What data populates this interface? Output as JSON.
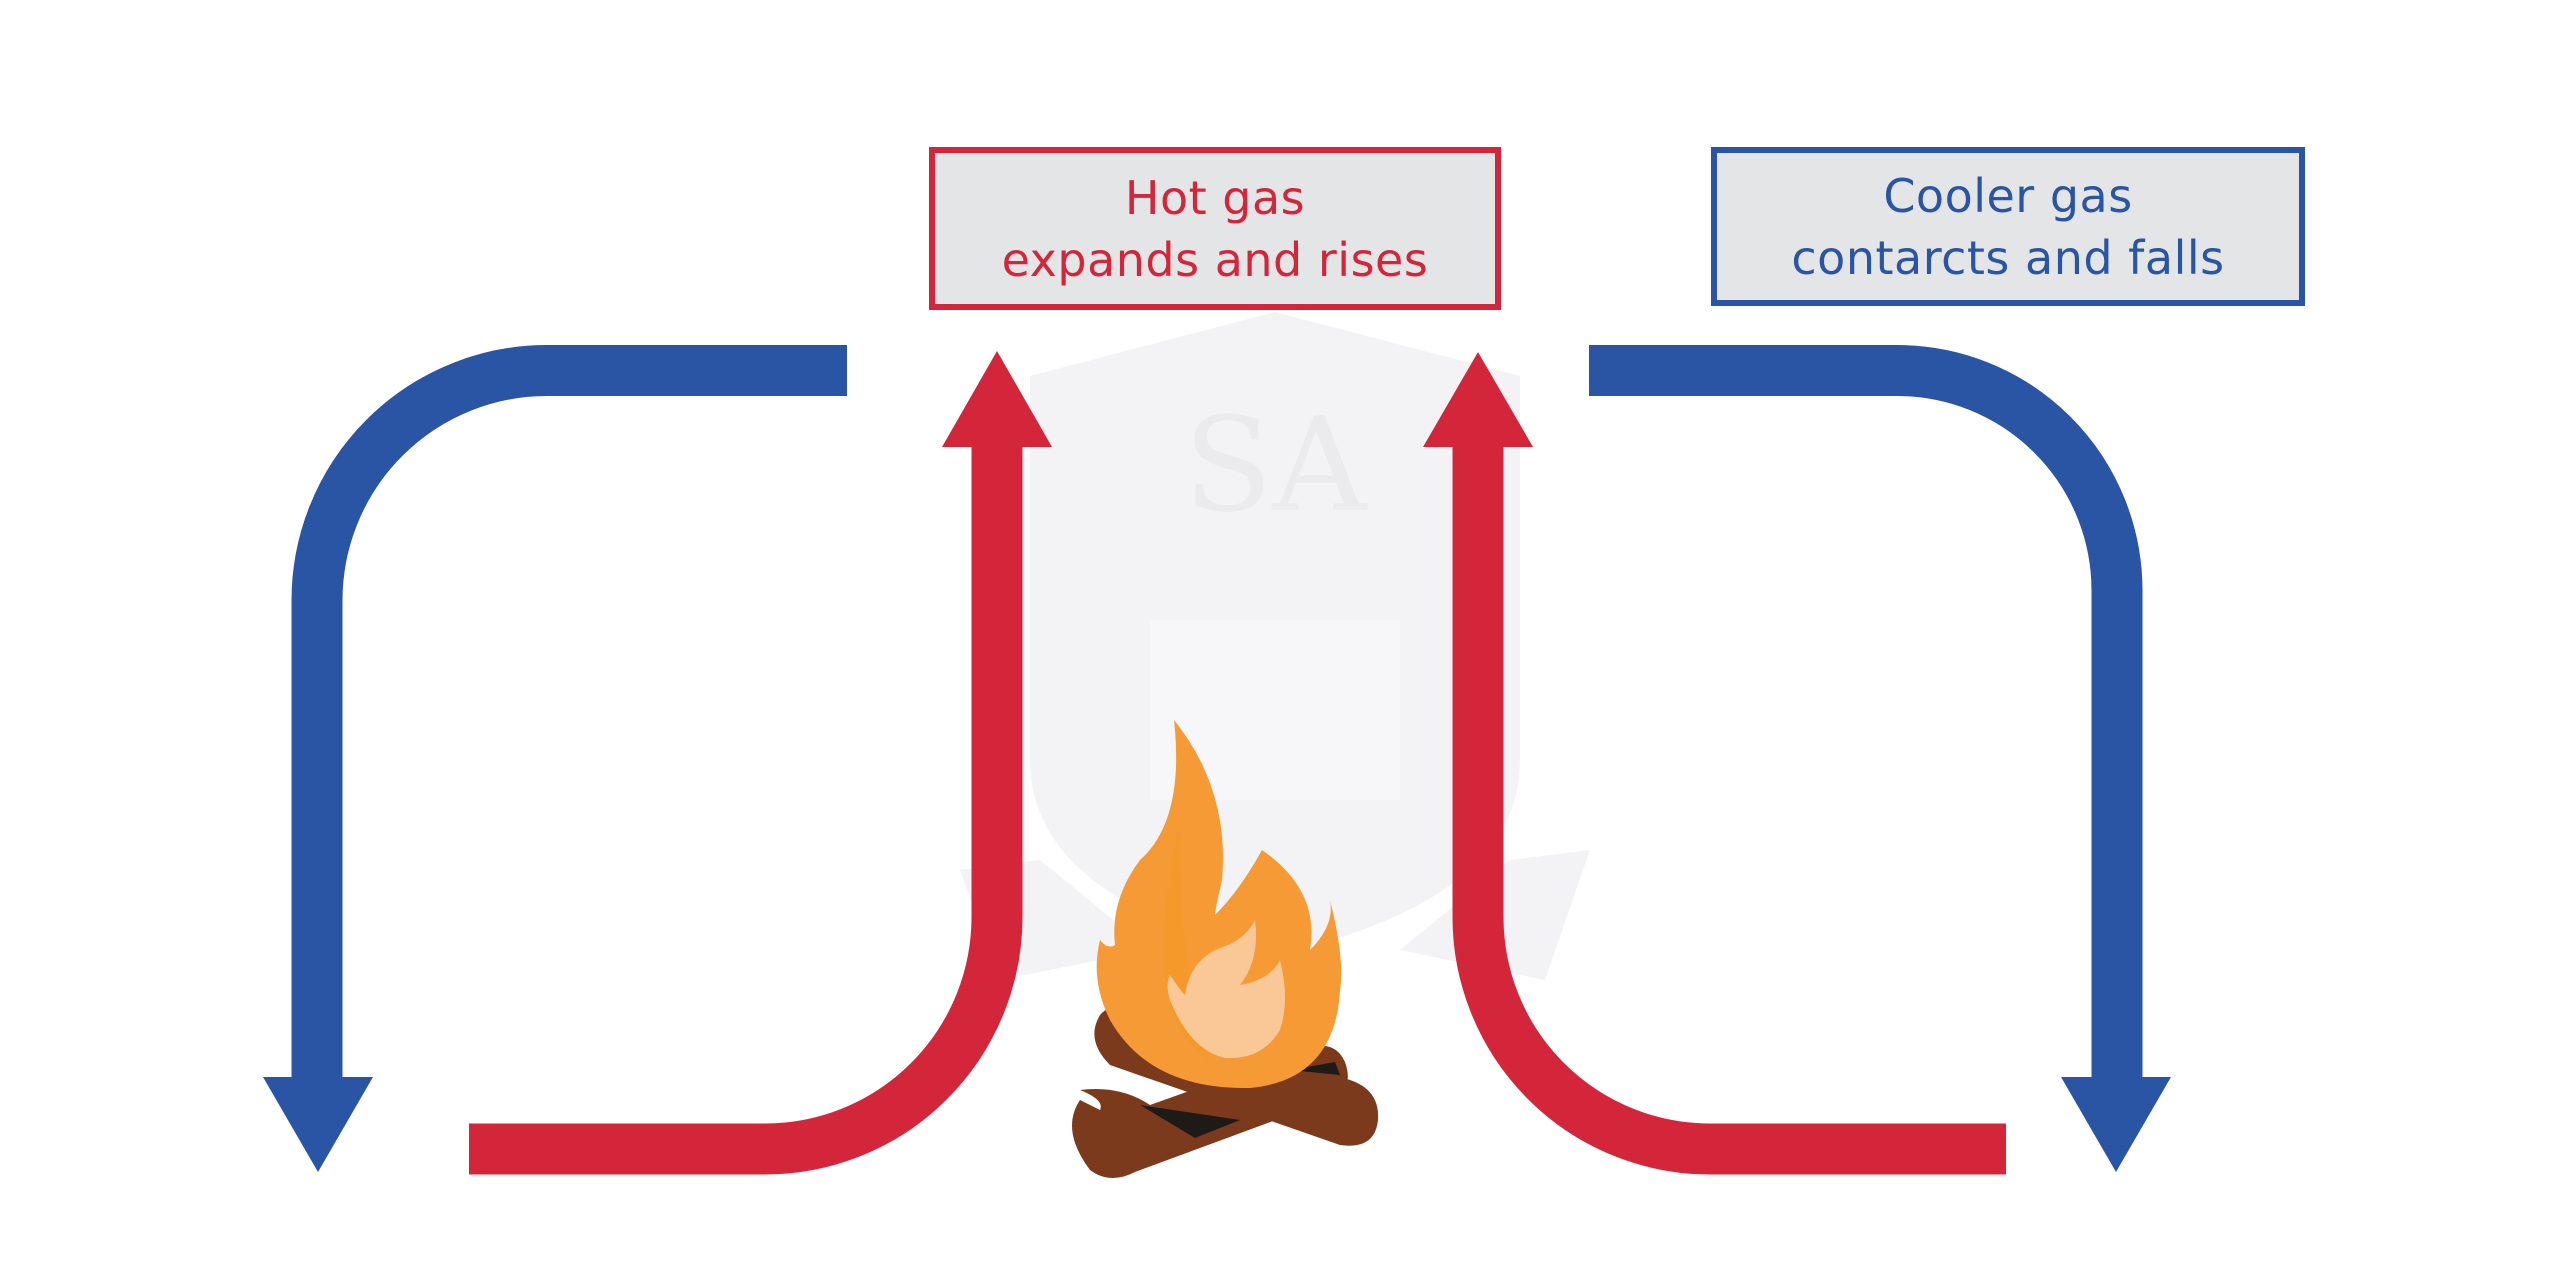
{
  "diagram": {
    "title": "Convection current around a campfire",
    "hot_label": {
      "line1": "Hot gas",
      "line2": "expands and rises"
    },
    "cool_label": {
      "line1": "Cooler gas",
      "line2": "contarcts and falls"
    },
    "watermark": {
      "text": "SA",
      "description": "faint shield logo watermark behind fire"
    },
    "heat_source": "campfire",
    "colors": {
      "hot": "#d4263b",
      "cool": "#2a55a5",
      "label_bg": "#e4e5e7",
      "flame_outer": "#f59a35",
      "flame_inner": "#fac896",
      "log": "#7b3a1c",
      "log_shadow": "#1e1a18",
      "watermark": "#f3f3f5"
    },
    "arrows": [
      {
        "name": "left-blue-falling-arrow",
        "type": "cool",
        "direction": "down"
      },
      {
        "name": "left-red-rising-arrow",
        "type": "hot",
        "direction": "up"
      },
      {
        "name": "right-red-rising-arrow",
        "type": "hot",
        "direction": "up"
      },
      {
        "name": "right-blue-falling-arrow",
        "type": "cool",
        "direction": "down"
      }
    ]
  }
}
